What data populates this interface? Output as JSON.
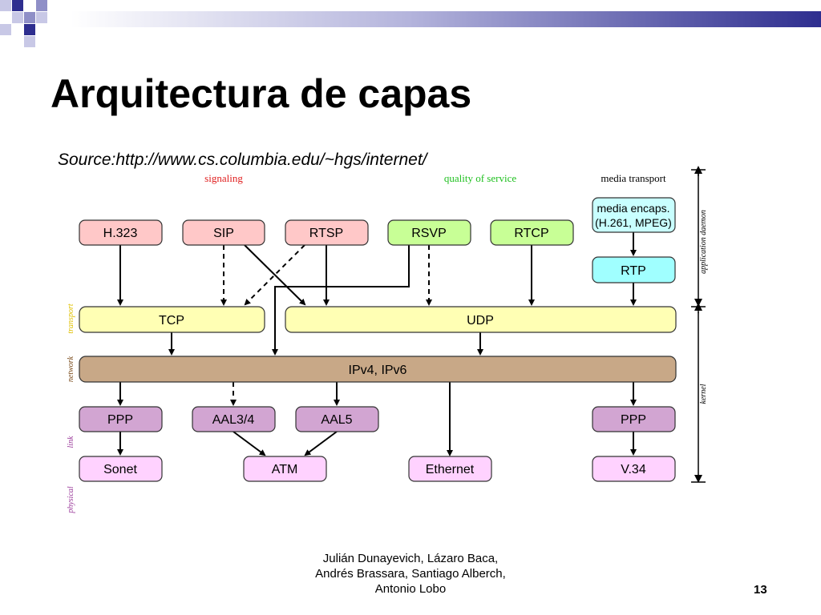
{
  "slide": {
    "title": "Arquitectura de capas",
    "source": "Source:http://www.cs.columbia.edu/~hgs/internet/",
    "footer": [
      "Julián Dunayevich, Lázaro Baca,",
      "Andrés Brassara, Santiago Alberch,",
      "Antonio Lobo"
    ],
    "page_number": "13"
  },
  "colors": {
    "accent_dark": "#2e2e8f",
    "accent_mid": "#8f8fc7",
    "accent_light": "#c8c8e6",
    "signaling": "#ffc8c8",
    "qos": "#c8ff96",
    "rtp": "#a0ffff",
    "media": "#c8ffff",
    "transport": "#ffffb4",
    "network": "#c8a887",
    "link": "#d2a5d2",
    "physical": "#ffd2ff"
  },
  "diagram": {
    "headers": {
      "signaling": "signaling",
      "qos": "quality of service",
      "media_transport": "media transport"
    },
    "side_left": {
      "transport": "transport",
      "network": "network",
      "link": "link",
      "physical": "physical"
    },
    "side_right": {
      "application": "application daemon",
      "kernel": "kernel"
    },
    "nodes": {
      "h323": "H.323",
      "sip": "SIP",
      "rtsp": "RTSP",
      "rsvp": "RSVP",
      "rtcp": "RTCP",
      "media_encaps_1": "media encaps.",
      "media_encaps_2": "(H.261, MPEG)",
      "rtp": "RTP",
      "tcp": "TCP",
      "udp": "UDP",
      "ip": "IPv4, IPv6",
      "ppp_left": "PPP",
      "aal34": "AAL3/4",
      "aal5": "AAL5",
      "ppp_right": "PPP",
      "sonet": "Sonet",
      "atm": "ATM",
      "ethernet": "Ethernet",
      "v34": "V.34"
    }
  }
}
